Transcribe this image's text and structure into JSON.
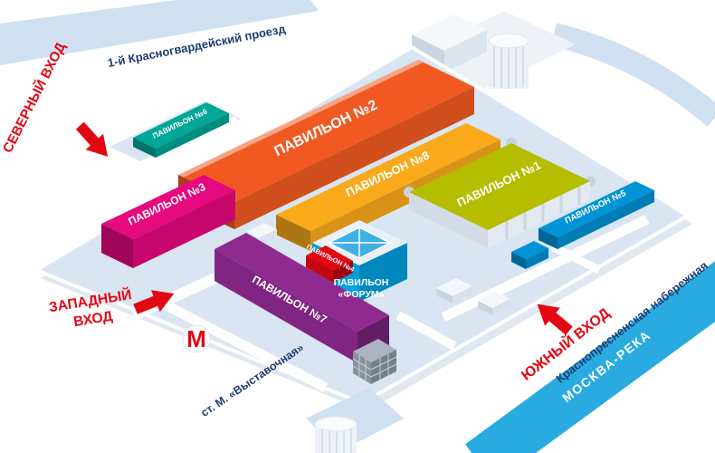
{
  "colors": {
    "entrance_red": "#e30613",
    "street_navy": "#1c3e70",
    "road": "#cfe0f1",
    "river": "#29abe2",
    "platform": "#d9e5f2"
  },
  "streets": {
    "north_street": "1-й Красногвардейский проезд",
    "embankment": "Краснопресненская набережная",
    "river": "МОСКВА-РЕКА"
  },
  "entrances": {
    "north": "СЕВЕРНЫЙ ВХОД",
    "west_line1": "ЗАПАДНЫЙ",
    "west_line2": "ВХОД",
    "south": "ЮЖНЫЙ ВХОД"
  },
  "metro": {
    "logo": "М",
    "station": "ст. М. «Выставочная»"
  },
  "pavilions": {
    "p1": {
      "label": "ПАВИЛЬОН №1",
      "color": "#b4bd00"
    },
    "p2": {
      "label": "ПАВИЛЬОН №2",
      "color": "#f05a22"
    },
    "p3": {
      "label": "ПАВИЛЬОН №3",
      "color": "#e5097f"
    },
    "p4": {
      "label": "ПАВИЛЬОН №4",
      "color": "#e30613"
    },
    "p5": {
      "label": "ПАВИЛЬОН №5",
      "color": "#0093d6"
    },
    "p6": {
      "label": "ПАВИЛЬОН №6",
      "color": "#00a696"
    },
    "p7": {
      "label": "ПАВИЛЬОН №7",
      "color": "#8f2a90"
    },
    "p8": {
      "label": "ПАВИЛЬОН №8",
      "color": "#f9a91a"
    },
    "forum": {
      "label_line1": "ПАВИЛЬОН",
      "label_line2": "«ФОРУМ»",
      "color": "#00a0dd"
    }
  }
}
